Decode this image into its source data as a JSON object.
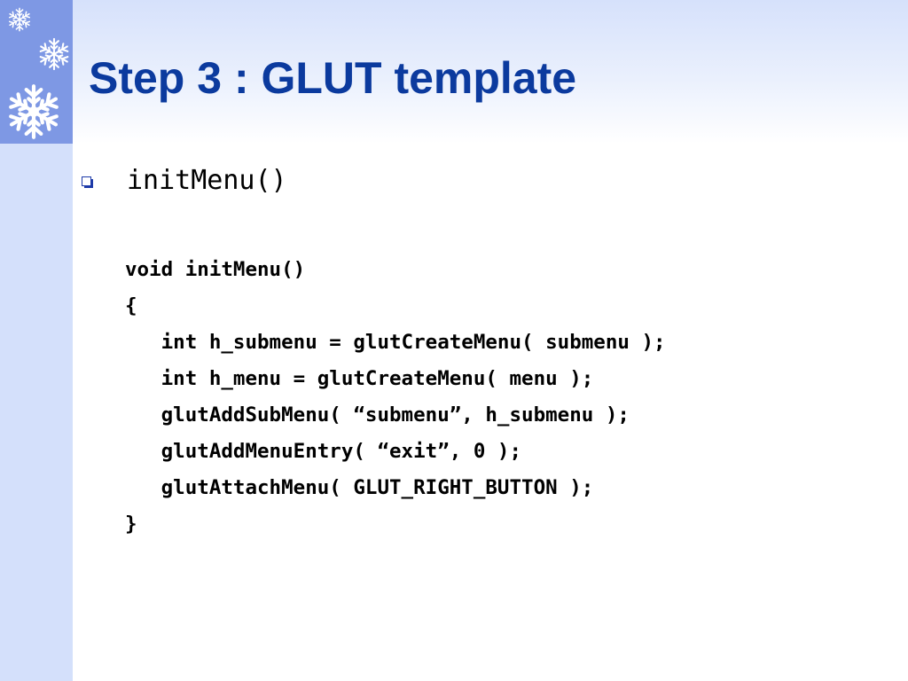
{
  "slide": {
    "title": "Step 3 : GLUT template",
    "bullet": {
      "icon": "square-bullet-icon",
      "text": "initMenu()"
    },
    "code_lines": [
      "void initMenu()",
      "{",
      "   int h_submenu = glutCreateMenu( submenu );",
      "   int h_menu = glutCreateMenu( menu );",
      "   glutAddSubMenu( “submenu”, h_submenu );",
      "   glutAddMenuEntry( “exit”, 0 );",
      "   glutAttachMenu( GLUT_RIGHT_BUTTON );",
      "}"
    ]
  },
  "colors": {
    "title": "#0b3a9e",
    "left_band": "#d4e0fb",
    "snow_panel": "#7e98e4",
    "bullet": "#1d3aa8"
  },
  "decorations": {
    "snowflakes": [
      "snowflake-icon",
      "snowflake-icon",
      "snowflake-icon"
    ]
  }
}
